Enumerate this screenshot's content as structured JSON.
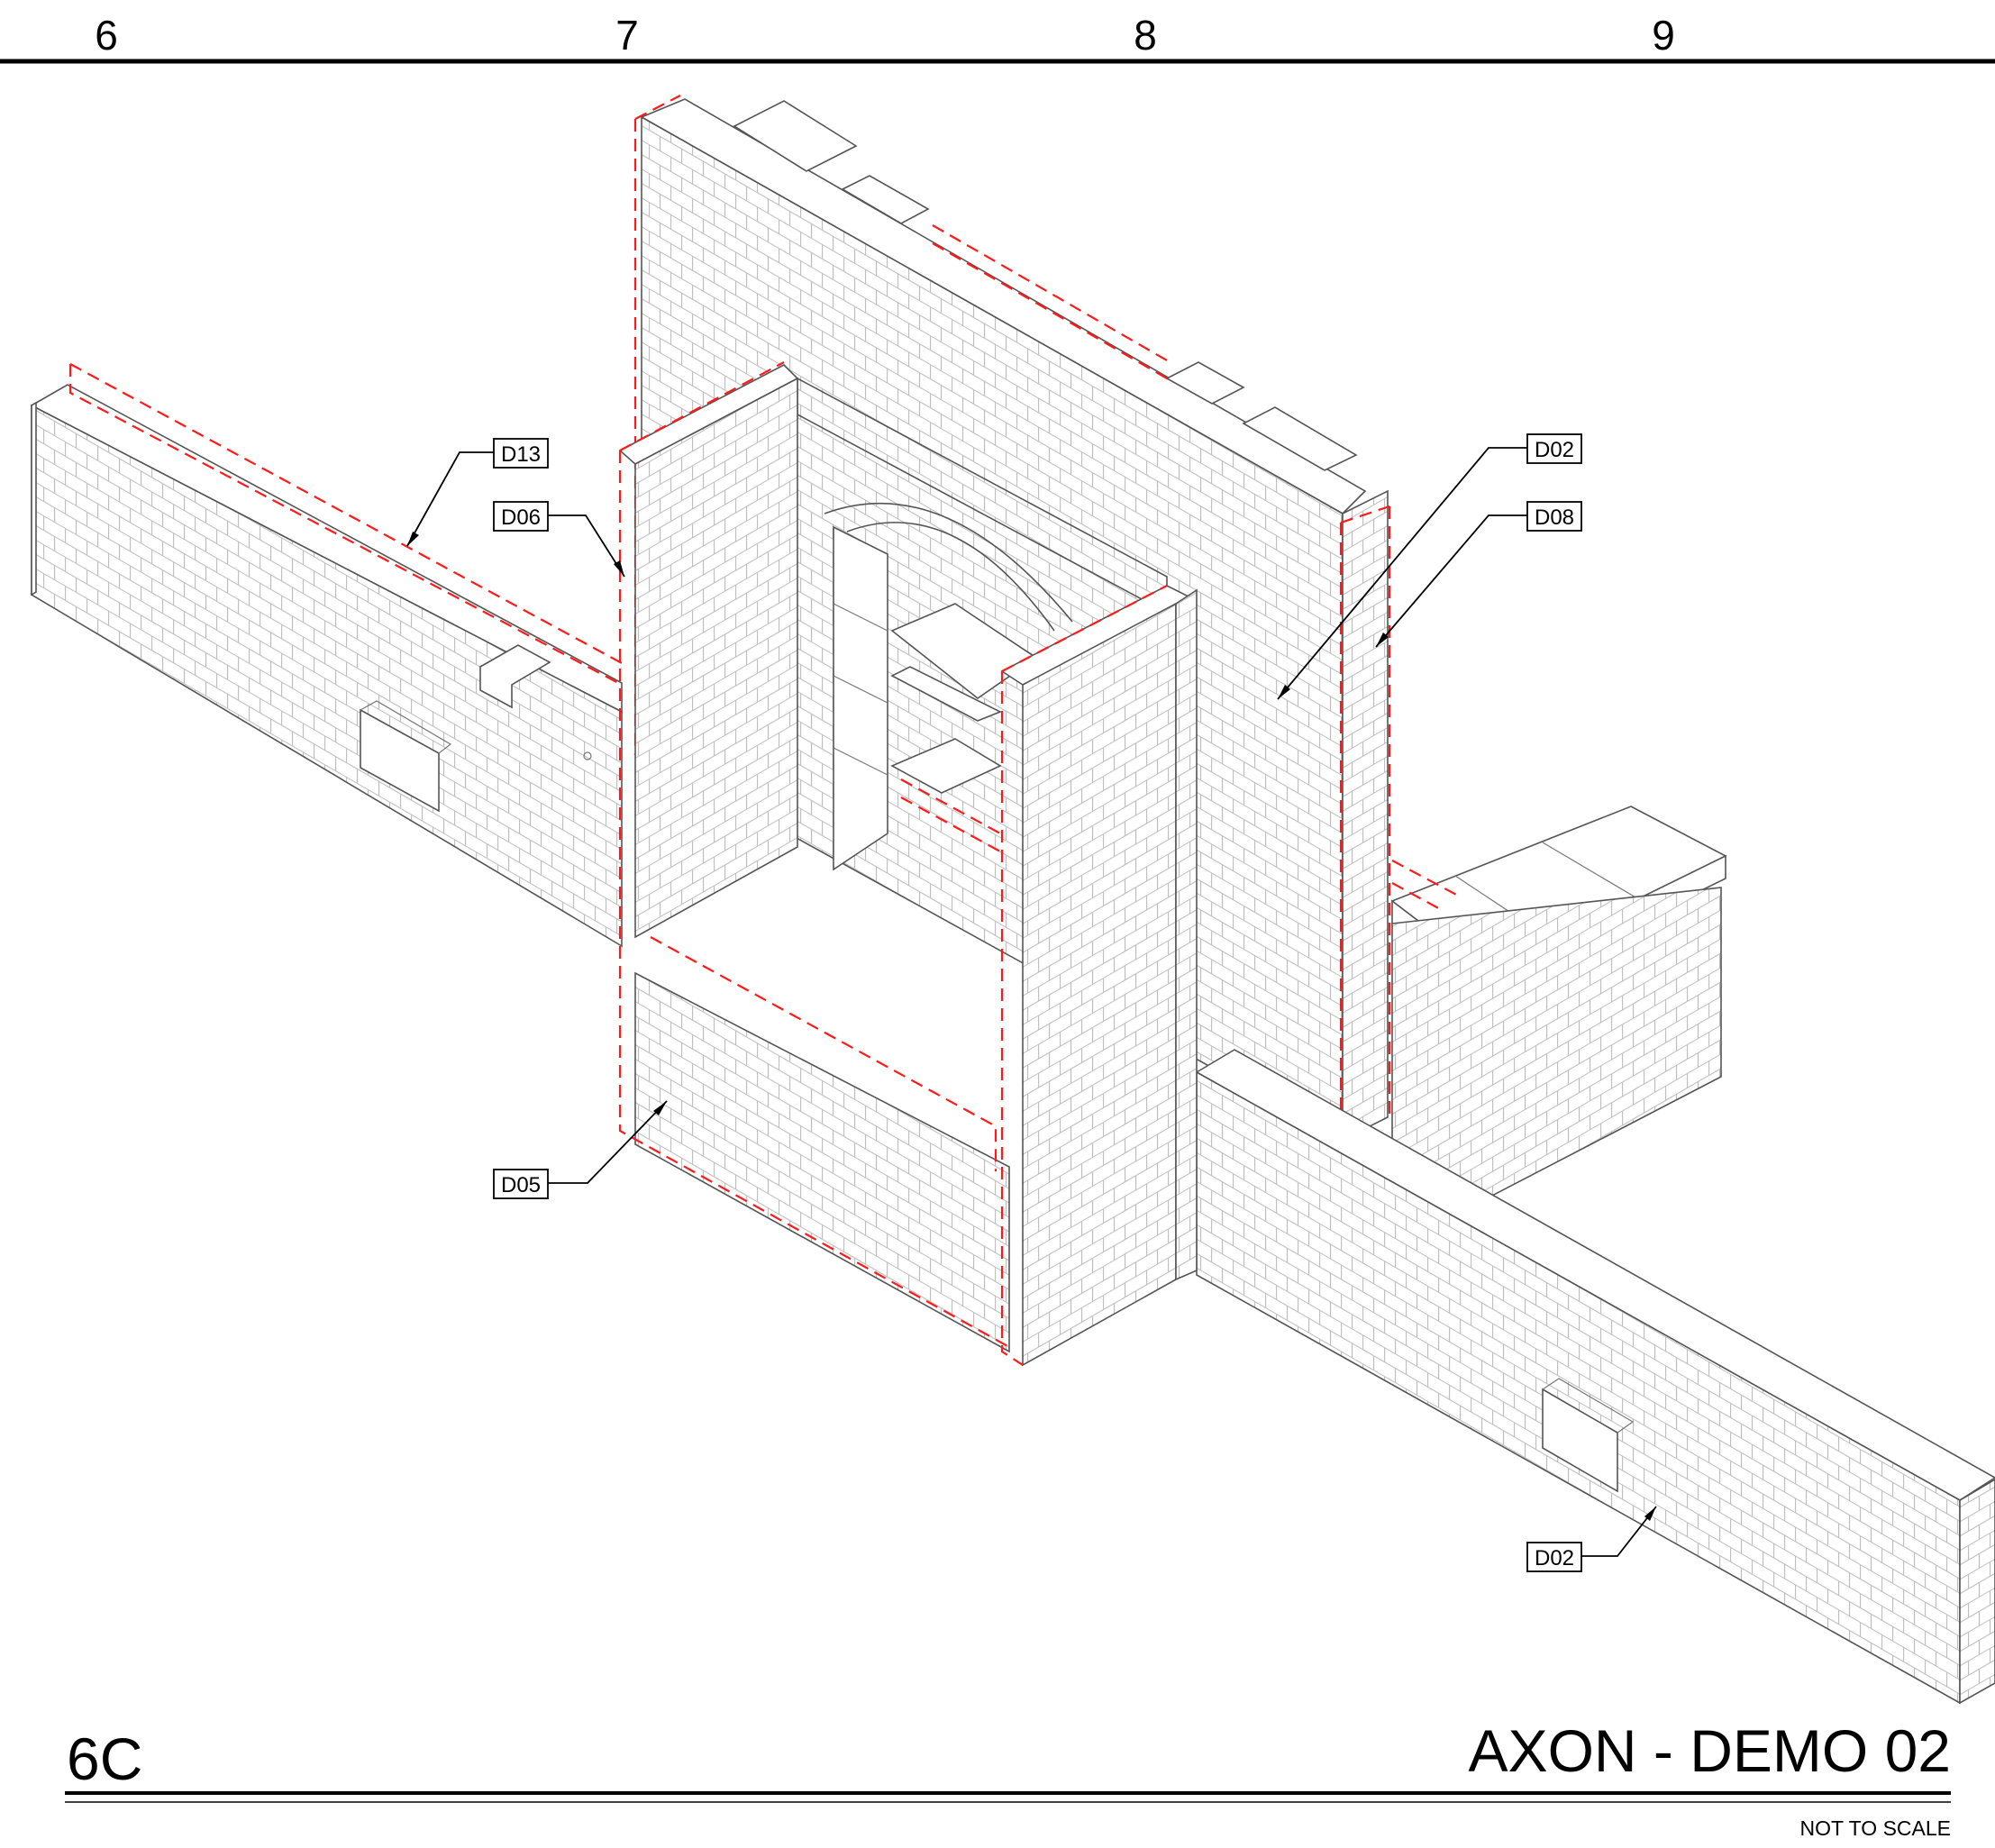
{
  "grid_lines": [
    "6",
    "7",
    "8",
    "9"
  ],
  "tags": [
    {
      "id": "d13",
      "text": "D13"
    },
    {
      "id": "d06",
      "text": "D06"
    },
    {
      "id": "d02-upper",
      "text": "D02"
    },
    {
      "id": "d08",
      "text": "D08"
    },
    {
      "id": "d05",
      "text": "D05"
    },
    {
      "id": "d02-lower",
      "text": "D02"
    }
  ],
  "title_block": {
    "sheet_code": "6C",
    "title": "AXON - DEMO 02",
    "scale_note": "NOT TO SCALE"
  },
  "colors": {
    "demolition": "#ff1a1a",
    "linework": "#555555",
    "brick_hatch": "#bdbdbd",
    "annotation": "#000000"
  }
}
